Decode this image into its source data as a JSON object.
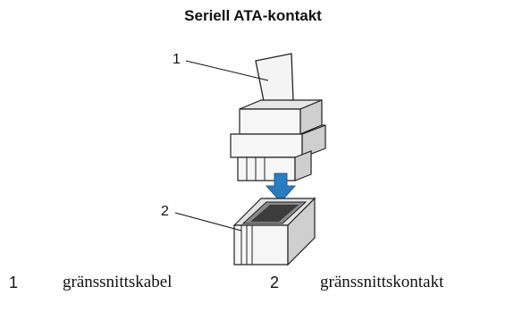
{
  "title": "Seriell ATA-kontakt",
  "callouts": [
    {
      "number": "1"
    },
    {
      "number": "2"
    }
  ],
  "legend": [
    {
      "number": "1",
      "label": "gränssnittskabel"
    },
    {
      "number": "2",
      "label": "gränssnittskontakt"
    }
  ],
  "colors": {
    "arrow": "#2a7cc1",
    "outline": "#222222",
    "face": "#f2f2f2",
    "shade": "#cfcfcf"
  }
}
